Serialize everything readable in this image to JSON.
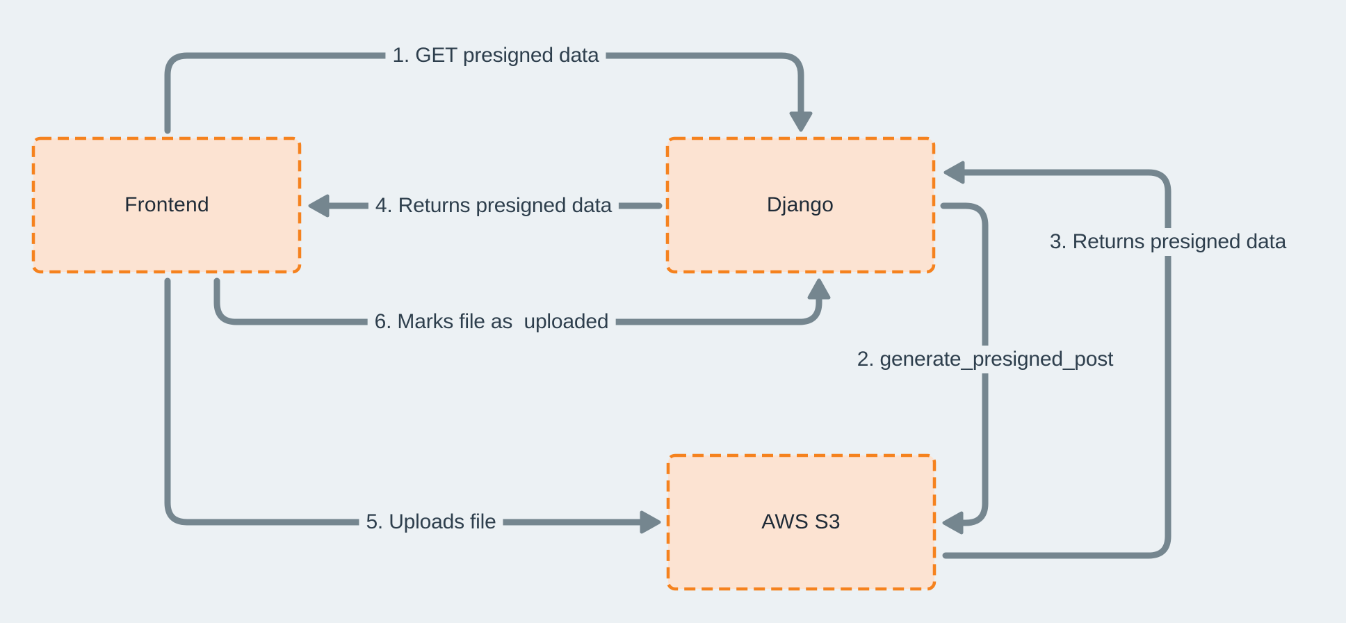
{
  "colors": {
    "background": "#ECF1F4",
    "arrow": "#75868F",
    "edge_label_text": "#2E3F4D",
    "node_fill": "#FCE3D2",
    "node_border": "#F5821E",
    "node_text": "#1F2B37"
  },
  "nodes": [
    {
      "id": "frontend",
      "label": "Frontend"
    },
    {
      "id": "django",
      "label": "Django"
    },
    {
      "id": "aws-s3",
      "label": "AWS S3"
    }
  ],
  "edges": [
    {
      "step": 1,
      "label": "1. GET presigned data",
      "from": "frontend",
      "to": "django"
    },
    {
      "step": 2,
      "label": "2. generate_presigned_post",
      "from": "django",
      "to": "aws-s3"
    },
    {
      "step": 3,
      "label": "3. Returns presigned data",
      "from": "aws-s3",
      "to": "django"
    },
    {
      "step": 4,
      "label": "4. Returns presigned data",
      "from": "django",
      "to": "frontend"
    },
    {
      "step": 5,
      "label": "5. Uploads file",
      "from": "frontend",
      "to": "aws-s3"
    },
    {
      "step": 6,
      "label": "6. Marks file as  uploaded",
      "from": "frontend",
      "to": "django"
    }
  ]
}
